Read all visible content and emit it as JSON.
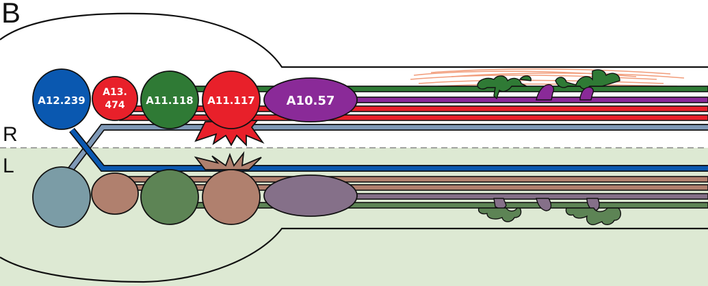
{
  "panel": {
    "letter": "B"
  },
  "sides": {
    "right": "R",
    "left": "L"
  },
  "colors": {
    "blue": "#0a58b0",
    "red": "#e8202a",
    "green": "#2f7a35",
    "purple": "#8a2a98",
    "steel": "#7f99b7",
    "left_bg": "#dde9d3",
    "outline": "#111111",
    "blue_faded": "#7b9ca6",
    "red_faded": "#b0806e",
    "green_faded": "#5d8455",
    "purple_faded": "#857089",
    "orange_fibers": "#f19c7a"
  },
  "cells": [
    {
      "id": "A12.239",
      "label_lines": [
        "A12.239"
      ],
      "color": "blue"
    },
    {
      "id": "A13.474",
      "label_lines": [
        "A13.",
        "474"
      ],
      "color": "red"
    },
    {
      "id": "A11.118",
      "label_lines": [
        "A11.118"
      ],
      "color": "green"
    },
    {
      "id": "A11.117",
      "label_lines": [
        "A11.117"
      ],
      "color": "red"
    },
    {
      "id": "A10.57",
      "label_lines": [
        "A10.57"
      ],
      "color": "purple"
    }
  ]
}
